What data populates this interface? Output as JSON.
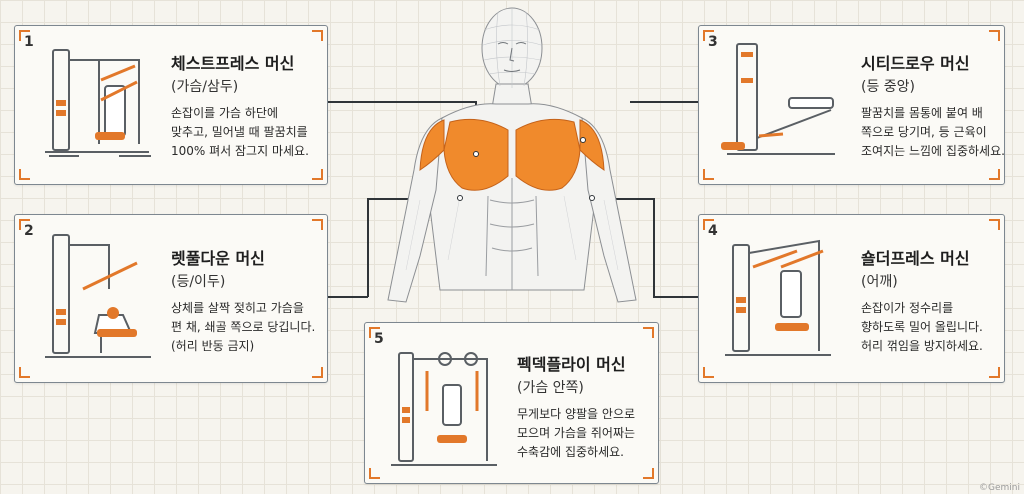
{
  "machines": [
    {
      "number": "1",
      "title": "체스트프레스 머신",
      "target": "(가슴/삼두)",
      "desc": [
        "손잡이를 가슴 하단에",
        "맞추고, 밀어낼 때 팔꿈치를",
        "100% 펴서 잠그지 마세요."
      ]
    },
    {
      "number": "2",
      "title": "렛풀다운 머신",
      "target": "(등/이두)",
      "desc": [
        "상체를 살짝 젖히고 가슴을",
        "편 채, 쇄골 쪽으로 당깁니다.",
        "(허리 반동 금지)"
      ]
    },
    {
      "number": "3",
      "title": "시티드로우 머신",
      "target": "(등 중앙)",
      "desc": [
        "팔꿈치를 몸통에 붙여 배",
        "쪽으로 당기며, 등 근육이",
        "조여지는 느낌에 집중하세요."
      ]
    },
    {
      "number": "4",
      "title": "숄더프레스 머신",
      "target": "(어깨)",
      "desc": [
        "손잡이가 정수리를",
        "향하도록 밀어 올립니다.",
        "허리 꺾임을 방지하세요."
      ]
    },
    {
      "number": "5",
      "title": "펙덱플라이 머신",
      "target": "(가슴 안쪽)",
      "desc": [
        "무게보다 양팔을 안으로",
        "모으며 가슴을 쥐어짜는",
        "수축감에 집중하세요."
      ]
    }
  ],
  "colors": {
    "accent": "#e2782a",
    "muscle": "#f08a2c",
    "line": "#2f3438"
  },
  "watermark": "©Gemini"
}
